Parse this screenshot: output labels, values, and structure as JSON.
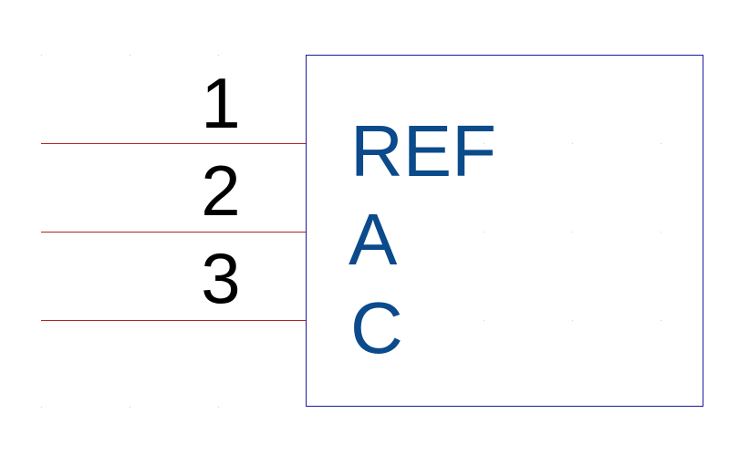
{
  "colors": {
    "pin_line": "#b22222",
    "pin_number": "#000000",
    "body_outline": "#1a1a9c",
    "pin_name": "#0b4a8b",
    "grid_dot": "#cfcfcf"
  },
  "pins": [
    {
      "number": "1",
      "name": "REF"
    },
    {
      "number": "2",
      "name": "A"
    },
    {
      "number": "3",
      "name": "C"
    }
  ]
}
